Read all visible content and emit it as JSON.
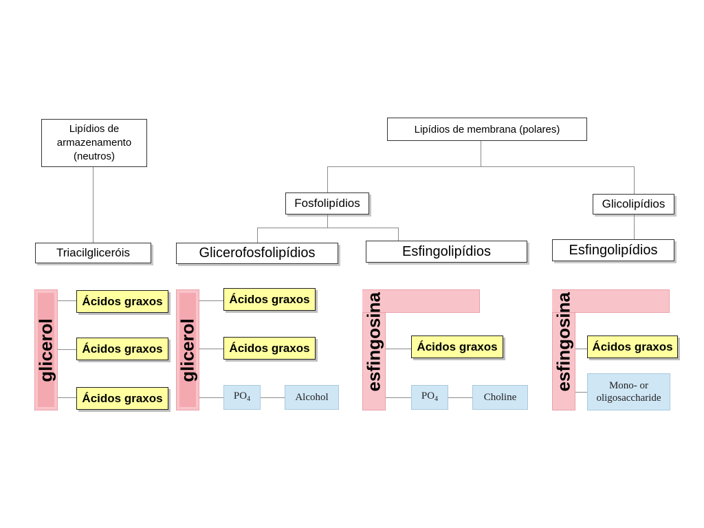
{
  "top": {
    "storage": "Lipídios de armazenamento (neutros)",
    "membrane": "Lipídios de membrana (polares)"
  },
  "mid": {
    "phospholipids": "Fosfolipídios",
    "glycolipids": "Glicolipídios"
  },
  "categories": {
    "triacyl": "Triacilgliceróis",
    "glycerophospholipids": "Glicerofosfolipídios",
    "sphingolipids_a": "Esfingolipídios",
    "sphingolipids_b": "Esfingolipídios"
  },
  "backbones": {
    "glycerol_1": "glicerol",
    "glycerol_2": "glicerol",
    "sphingosine_1": "esfingosina",
    "sphingosine_2": "esfingosina"
  },
  "fatty_acid": "Ácidos graxos",
  "po4_base": "PO",
  "po4_sub": "4",
  "alcohol": "Alcohol",
  "choline": "Choline",
  "sugar": "Mono- or oligosaccharide"
}
